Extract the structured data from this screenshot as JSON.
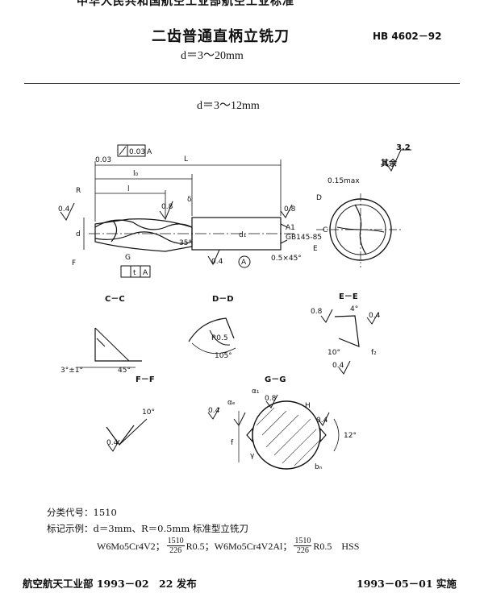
{
  "header": {
    "top_banner": "中华人民共和国航空工业部航空工业标准",
    "title": "二齿普通直柄立铣刀",
    "standard_number": "HB 4602－92",
    "size_range": "d＝3～20mm"
  },
  "section": {
    "heading": "d＝3～12mm"
  },
  "drawing": {
    "surface_finish": "3.2",
    "remaining_label": "其余",
    "tolerance_frame": [
      "0.03",
      "A"
    ],
    "runout_frame": [
      "t",
      "A"
    ],
    "center_callout": [
      "A1",
      "GB145-85"
    ],
    "chamfer": "0.5×45°",
    "angle_35": "35°",
    "dim_L": "L",
    "dim_lo": "l₀",
    "dim_l": "l",
    "dim_d": "d",
    "dim_d1": "d₁",
    "radius_R": "R",
    "max_note": "0.15max",
    "roughness_values": [
      "0.4",
      "0.8",
      "0.8",
      "0.4",
      "0.8",
      "0.4",
      "0.4",
      "0.8",
      "0.4",
      "0.4",
      "0.4"
    ],
    "section_labels": {
      "cc": "C－C",
      "dd": "D－D",
      "ee": "E－E",
      "ff": "F－F",
      "gg": "G－G"
    },
    "cut_letters": [
      "C",
      "D",
      "E",
      "F",
      "G"
    ],
    "dd_radius": "R0.5",
    "dd_angle": "105°",
    "cc_angle_1": "3°±1°",
    "cc_angle_2": "45°",
    "ee_angle_4": "4°",
    "ee_angle_10": "10°",
    "ee_f2": "f₂",
    "ff_angle": "10°",
    "gg_angle": "12°",
    "gg_labels": [
      "α₁",
      "αₑ",
      "H",
      "bₙ",
      "γ",
      "f"
    ],
    "datum_A": "A",
    "delta": "δ"
  },
  "notes": {
    "classification": "分类代号：1510",
    "example_prefix": "标记示例：d＝3mm、R＝0.5mm 标准型立铣刀",
    "formula_part1": "W6Mo5Cr4V2；",
    "frac1_num": "1510",
    "frac1_den": "226",
    "formula_part2": "R0.5；W6Mo5Cr4V2Al；",
    "frac2_num": "1510",
    "frac2_den": "226",
    "formula_part3": "R0.5　HSS"
  },
  "footer": {
    "issued": "航空航天工业部 1993－02　22 发布",
    "effective": "1993－05－01 实施"
  }
}
